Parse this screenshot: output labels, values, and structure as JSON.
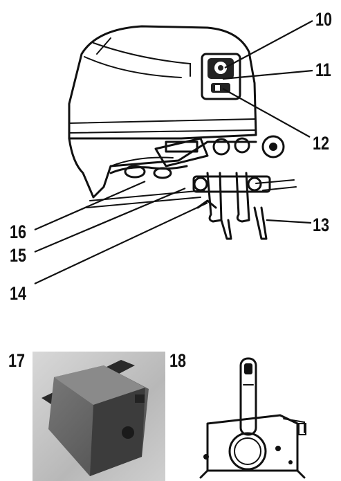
{
  "callouts": {
    "c10": "10",
    "c11": "11",
    "c12": "12",
    "c13": "13",
    "c14": "14",
    "c15": "15",
    "c16": "16",
    "c17": "17",
    "c18": "18"
  }
}
